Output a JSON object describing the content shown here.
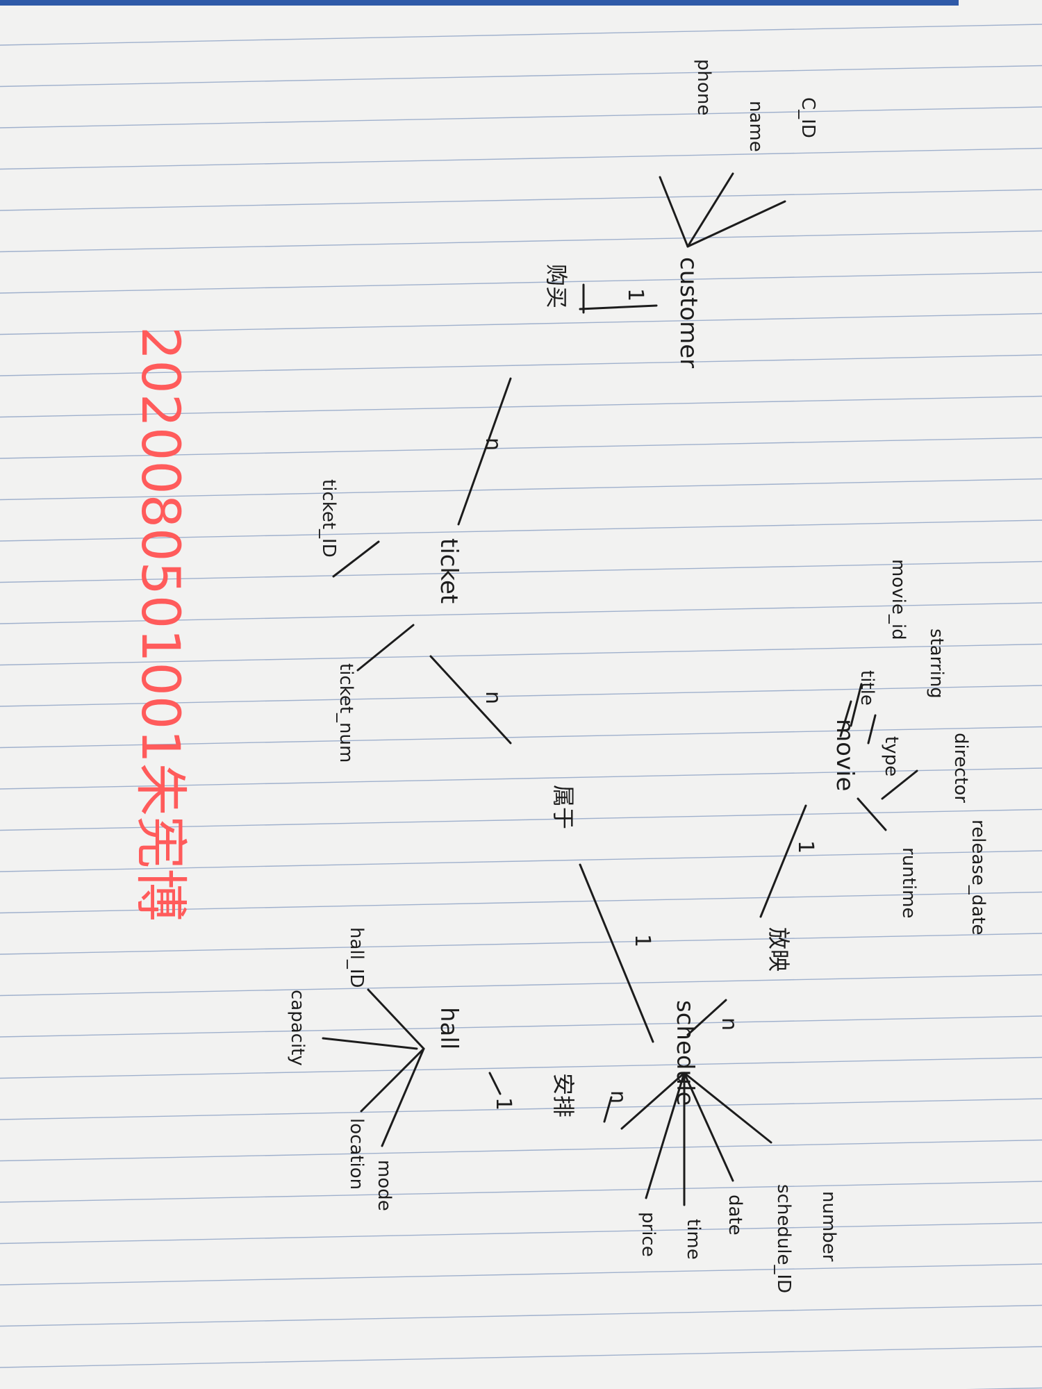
{
  "colors": {
    "paper": "#f2f2f1",
    "rule_line": "#9fb0cc",
    "ink": "#1c1c1c",
    "stamp": "#ff5b5b",
    "top_bar": "#2f5aa8"
  },
  "entities": {
    "customer": "customer",
    "ticket": "ticket",
    "movie": "movie",
    "schedule": "schedule",
    "hall": "hall"
  },
  "relationships": {
    "buy": "购买",
    "belong": "属于",
    "screen": "放映",
    "arrange": "安排"
  },
  "attributes": {
    "customer": [
      "C_ID",
      "name",
      "phone"
    ],
    "ticket": [
      "ticket_ID",
      "ticket_num"
    ],
    "movie": [
      "movie_id",
      "title",
      "type",
      "starring",
      "director",
      "release_date",
      "runtime"
    ],
    "schedule": [
      "number",
      "schedule_ID",
      "date",
      "time",
      "price"
    ],
    "hall": [
      "hall_ID",
      "capacity",
      "location",
      "mode"
    ]
  },
  "cardinalities": {
    "customer_buy": "1",
    "buy_ticket": "n",
    "ticket_belong": "n",
    "belong_schedule": "1",
    "movie_screen": "1",
    "screen_schedule": "n",
    "schedule_arrange": "n",
    "arrange_hall": "1"
  },
  "stamp": "2020080501001朱宪博"
}
